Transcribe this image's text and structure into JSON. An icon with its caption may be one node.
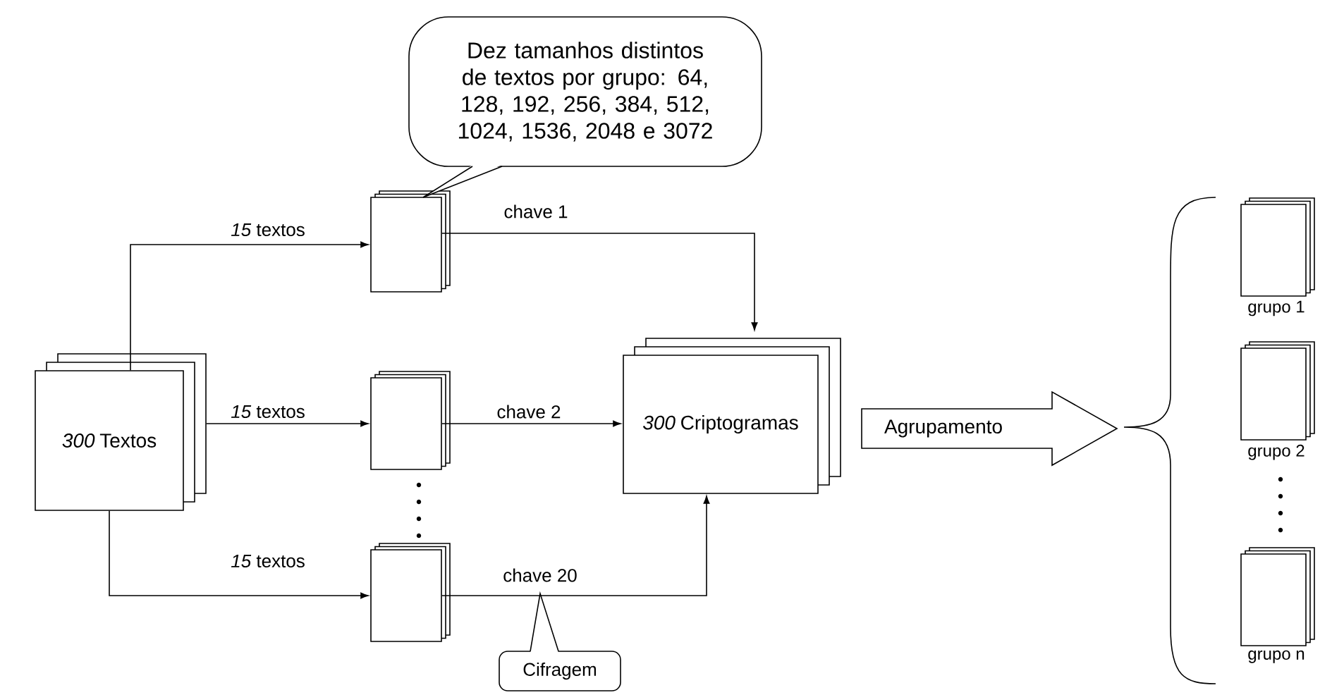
{
  "diagram": {
    "nodes": [
      {
        "text": [
          "*300* Textos"
        ]
      },
      {
        "text": [],
        "shape": "box"
      },
      {
        "text": [],
        "shape": "box"
      },
      {
        "text": [],
        "shape": "box"
      },
      {
        "text": [
          "*300* Criptogramas"
        ]
      },
      {
        "text": [
          "Agrupamento"
        ]
      },
      {
        "text": [],
        "shape": "box",
        "beside": [
          "grupo 1"
        ]
      },
      {
        "text": [],
        "shape": "box",
        "beside": [
          "grupo 2"
        ]
      },
      {
        "text": [],
        "shape": "box",
        "beside": [
          "grupo n"
        ]
      },
      {
        "text": [
          "Dez tamanhos distintos de textos por grupo: 64, 128, 192, 256, 384, 512, 1024, 1536, 2048 e 3072"
        ]
      },
      {
        "text": [
          "Cifragem"
        ]
      }
    ],
    "edges": [
      {
        "from": 0,
        "to": 1,
        "arrow": "to",
        "label": "*15* textos"
      },
      {
        "from": 0,
        "to": 2,
        "arrow": "to",
        "label": "*15* textos"
      },
      {
        "from": 0,
        "to": 3,
        "arrow": "to",
        "label": "*15* textos"
      },
      {
        "from": 1,
        "to": 4,
        "arrow": "to",
        "label": "chave 1"
      },
      {
        "from": 2,
        "to": 4,
        "arrow": "to",
        "label": "chave 2"
      },
      {
        "from": 3,
        "to": 4,
        "arrow": "to",
        "label": "chave 20"
      }
    ]
  }
}
